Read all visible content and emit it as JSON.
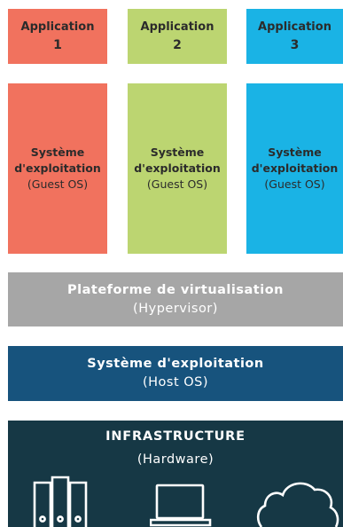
{
  "applications": [
    {
      "title": "Application",
      "number": "1",
      "color": "#f1725e"
    },
    {
      "title": "Application",
      "number": "2",
      "color": "#bcd571"
    },
    {
      "title": "Application",
      "number": "3",
      "color": "#1ab3e5"
    }
  ],
  "guest_os": [
    {
      "line1": "Système",
      "line2": "d'exploitation",
      "line3": "(Guest OS)"
    },
    {
      "line1": "Système",
      "line2": "d'exploitation",
      "line3": "(Guest OS)"
    },
    {
      "line1": "Système",
      "line2": "d'exploitation",
      "line3": "(Guest OS)"
    }
  ],
  "hypervisor": {
    "title": "Plateforme de virtualisation",
    "subtitle": "(Hypervisor)",
    "color": "#a6a6a6"
  },
  "host_os": {
    "title": "Système d'exploitation",
    "subtitle": "(Host OS)",
    "color": "#17537d"
  },
  "infrastructure": {
    "title": "INFRASTRUCTURE",
    "subtitle": "(Hardware)",
    "color": "#163845",
    "icons": [
      "servers-icon",
      "laptop-icon",
      "cloud-icon"
    ]
  }
}
